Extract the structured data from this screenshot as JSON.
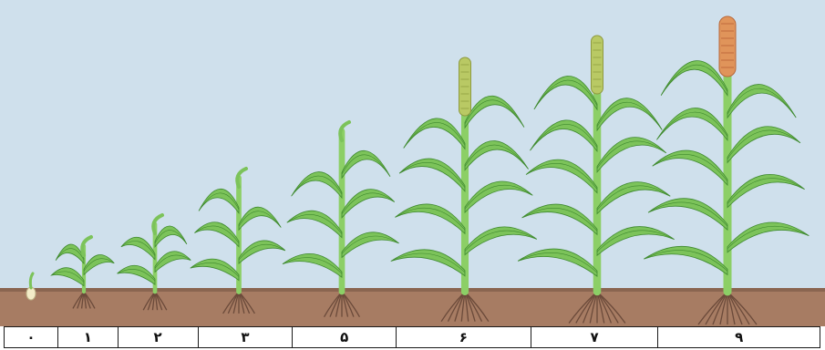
{
  "stages": [
    {
      "label": "۰",
      "growth": 0.03,
      "head": null
    },
    {
      "label": "۱",
      "growth": 0.2,
      "head": null
    },
    {
      "label": "۲",
      "growth": 0.28,
      "head": null
    },
    {
      "label": "۳",
      "growth": 0.45,
      "head": null
    },
    {
      "label": "۵",
      "growth": 0.62,
      "head": null
    },
    {
      "label": "۶",
      "growth": 0.85,
      "head": "green"
    },
    {
      "label": "۷",
      "growth": 0.93,
      "head": "green"
    },
    {
      "label": "۹",
      "growth": 1.0,
      "head": "orange"
    }
  ],
  "colors": {
    "sky": "#cfe0ec",
    "soil": "#a77c63",
    "soil_surface": "#8a6550",
    "leaf": "#7cc35a",
    "leaf_dark": "#3f8a2f",
    "stem": "#8ccf66",
    "root": "#6b4a3a",
    "head_green": "#b9c964",
    "head_orange": "#e0945a",
    "seed": "#f3ecc8"
  }
}
